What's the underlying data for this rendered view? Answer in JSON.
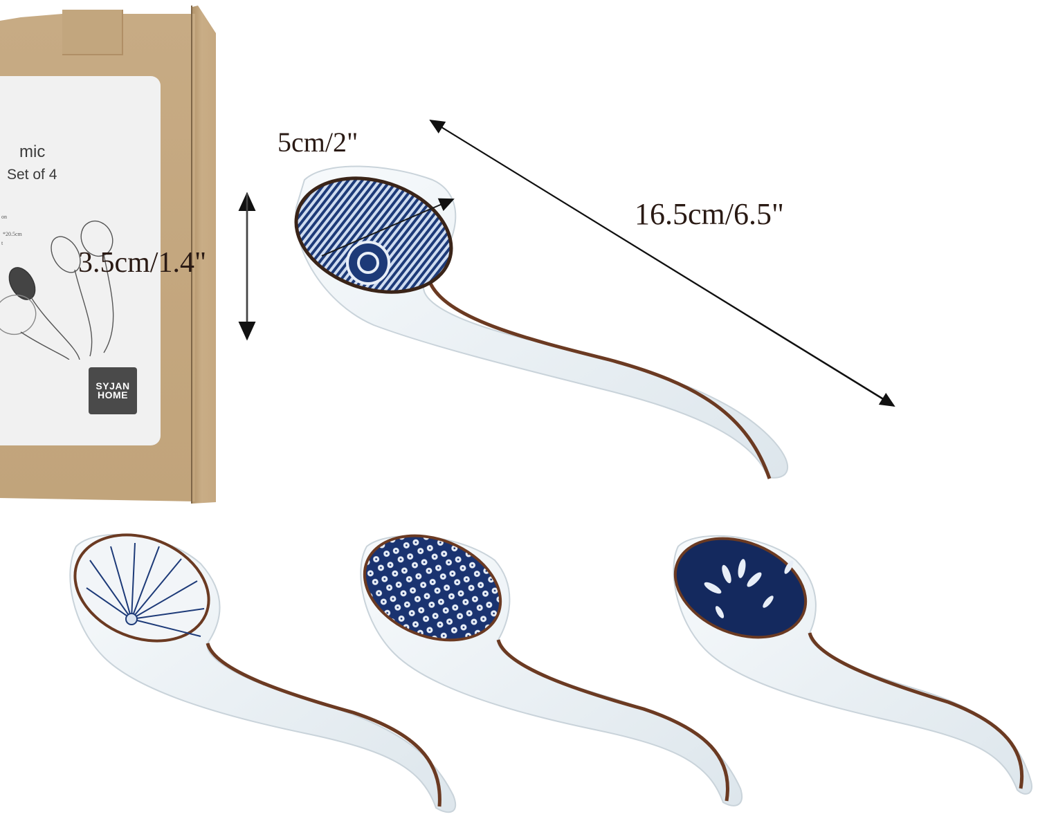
{
  "product": {
    "brand_logo_line1": "SYJAN",
    "brand_logo_line2": "HOME",
    "box_label_title_partial": "mic",
    "box_label_subtitle_partial": "Set of 4",
    "box_label_fine_line1": "on",
    "box_label_fine_line2": "*20.5cm",
    "box_label_fine_line3": "t"
  },
  "dimensions": {
    "bowl_width": "5cm/2\"",
    "total_length": "16.5cm/6.5\"",
    "bowl_depth": "3.5cm/1.4\""
  },
  "spoons": [
    {
      "pattern": "radial-stripe-concentric",
      "position": "top-featured"
    },
    {
      "pattern": "chrysanthemum-outline",
      "position": "bottom-left"
    },
    {
      "pattern": "cherry-blossom-dense",
      "position": "bottom-center"
    },
    {
      "pattern": "navy-floral",
      "position": "bottom-right"
    }
  ],
  "colors": {
    "cardboard": "#c4a77f",
    "label": "#f1f1f1",
    "logo": "#4a4a4a",
    "porcelain": "#eef3f6",
    "cobalt": "#1d3a78",
    "navy": "#14295e",
    "rim_brown": "#6b3a22",
    "dimension_text": "#2a1a14"
  }
}
